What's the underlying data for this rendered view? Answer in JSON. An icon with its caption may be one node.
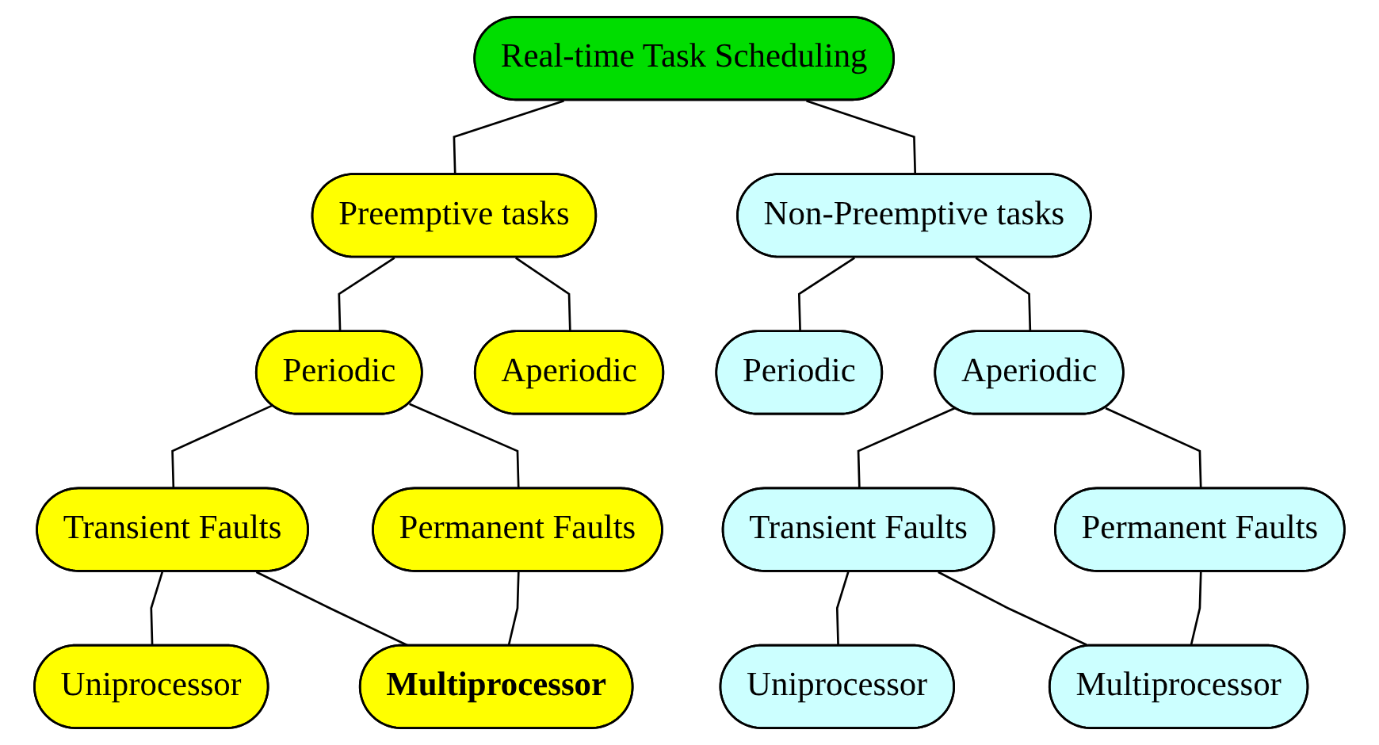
{
  "diagram": {
    "nodes": [
      {
        "text": [
          "Real-time Task Scheduling"
        ]
      },
      {
        "text": [
          "Preemptive tasks"
        ]
      },
      {
        "text": [
          "Non-Preemptive tasks"
        ]
      },
      {
        "text": [
          "Periodic"
        ]
      },
      {
        "text": [
          "Aperiodic"
        ]
      },
      {
        "text": [
          "Periodic"
        ]
      },
      {
        "text": [
          "Aperiodic"
        ]
      },
      {
        "text": [
          "Transient Faults"
        ]
      },
      {
        "text": [
          "Permanent Faults"
        ]
      },
      {
        "text": [
          "Transient Faults"
        ]
      },
      {
        "text": [
          "Permanent Faults"
        ]
      },
      {
        "text": [
          "Uniprocessor"
        ]
      },
      {
        "text": [
          "Multiprocessor"
        ]
      },
      {
        "text": [
          "Uniprocessor"
        ]
      },
      {
        "text": [
          "Multiprocessor"
        ]
      }
    ],
    "edges": [
      {
        "from": 0,
        "to": 1,
        "arrow": "none"
      },
      {
        "from": 0,
        "to": 2,
        "arrow": "none"
      },
      {
        "from": 1,
        "to": 3,
        "arrow": "none"
      },
      {
        "from": 1,
        "to": 4,
        "arrow": "none"
      },
      {
        "from": 2,
        "to": 5,
        "arrow": "none"
      },
      {
        "from": 2,
        "to": 6,
        "arrow": "none"
      },
      {
        "from": 3,
        "to": 7,
        "arrow": "none"
      },
      {
        "from": 3,
        "to": 8,
        "arrow": "none"
      },
      {
        "from": 6,
        "to": 9,
        "arrow": "none"
      },
      {
        "from": 6,
        "to": 10,
        "arrow": "none"
      },
      {
        "from": 7,
        "to": 11,
        "arrow": "none"
      },
      {
        "from": 7,
        "to": 12,
        "arrow": "none"
      },
      {
        "from": 8,
        "to": 12,
        "arrow": "none"
      },
      {
        "from": 9,
        "to": 13,
        "arrow": "none"
      },
      {
        "from": 9,
        "to": 14,
        "arrow": "none"
      },
      {
        "from": 10,
        "to": 14,
        "arrow": "none"
      }
    ]
  }
}
